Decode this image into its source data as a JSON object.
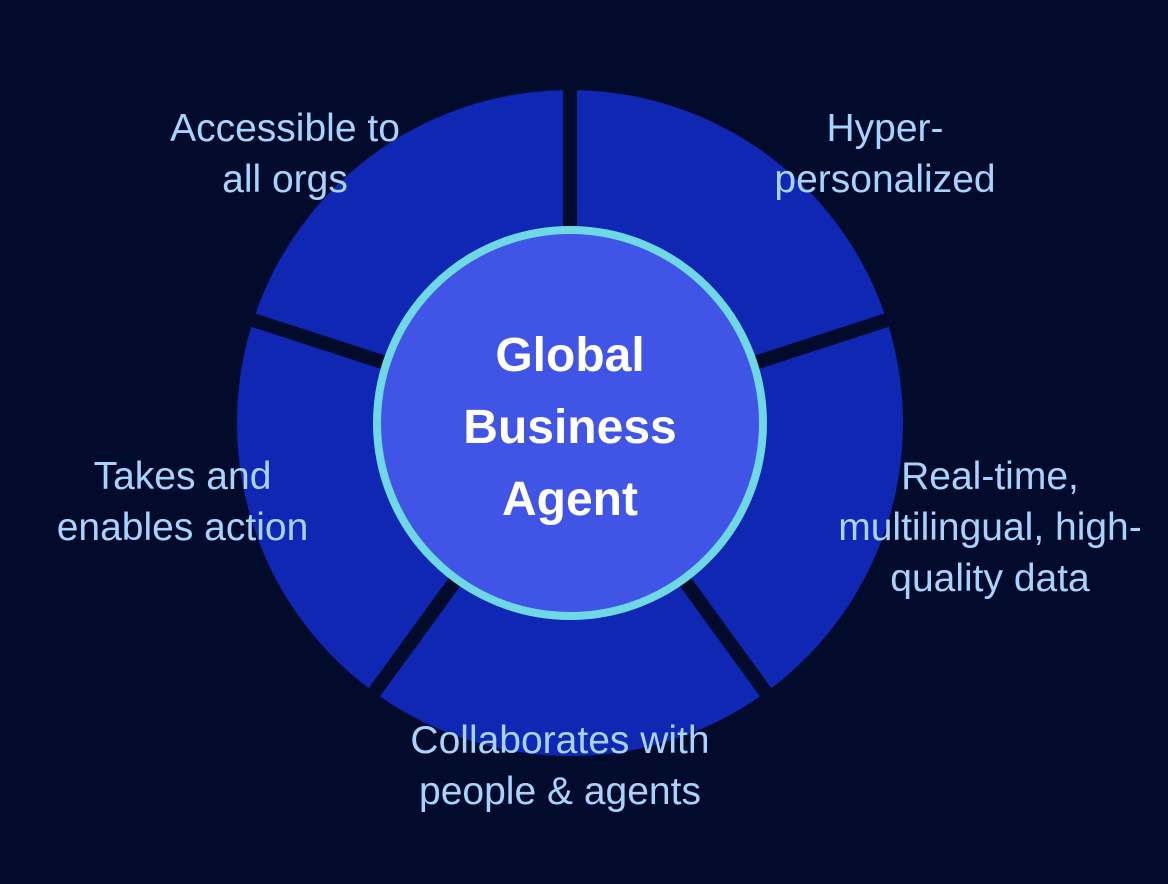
{
  "center": {
    "lines": [
      "Global",
      "Business",
      "Agent"
    ]
  },
  "segments": [
    {
      "lines": [
        "Hyper-",
        "personalized"
      ]
    },
    {
      "lines": [
        "Real-time,",
        "multilingual, high-",
        "quality data"
      ]
    },
    {
      "lines": [
        "Collaborates with",
        "people & agents"
      ]
    },
    {
      "lines": [
        "Takes and",
        "enables action"
      ]
    },
    {
      "lines": [
        "Accessible to",
        "all orgs"
      ]
    }
  ],
  "colors": {
    "background": "#020b2b",
    "segment_fill": "#0f27b3",
    "center_fill": "#4054e6",
    "center_ring": "#6ed8e6",
    "segment_text": "#a9d3ff",
    "center_text": "#ffffff"
  }
}
